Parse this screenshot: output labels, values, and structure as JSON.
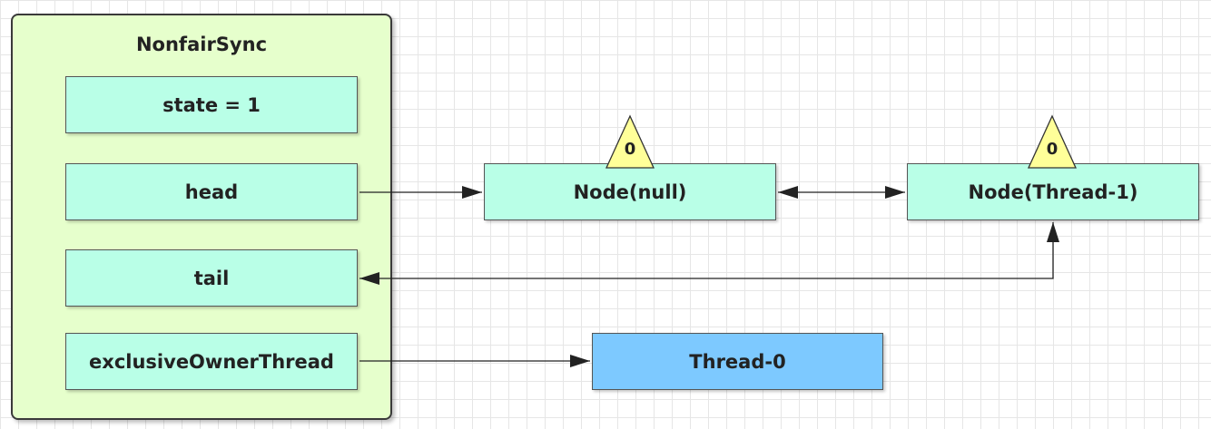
{
  "container": {
    "title": "NonfairSync"
  },
  "fields": {
    "state": "state = 1",
    "head": "head",
    "tail": "tail",
    "owner": "exclusiveOwnerThread"
  },
  "nodes": {
    "head_node": {
      "label": "Node(null)",
      "wait_status": "0"
    },
    "tail_node": {
      "label": "Node(Thread-1)",
      "wait_status": "0"
    }
  },
  "thread": {
    "label": "Thread-0"
  },
  "colors": {
    "container_fill": "#e6ffcc",
    "node_fill": "#b9ffe7",
    "thread_fill": "#7dc9ff",
    "badge_fill": "#ffff99"
  }
}
